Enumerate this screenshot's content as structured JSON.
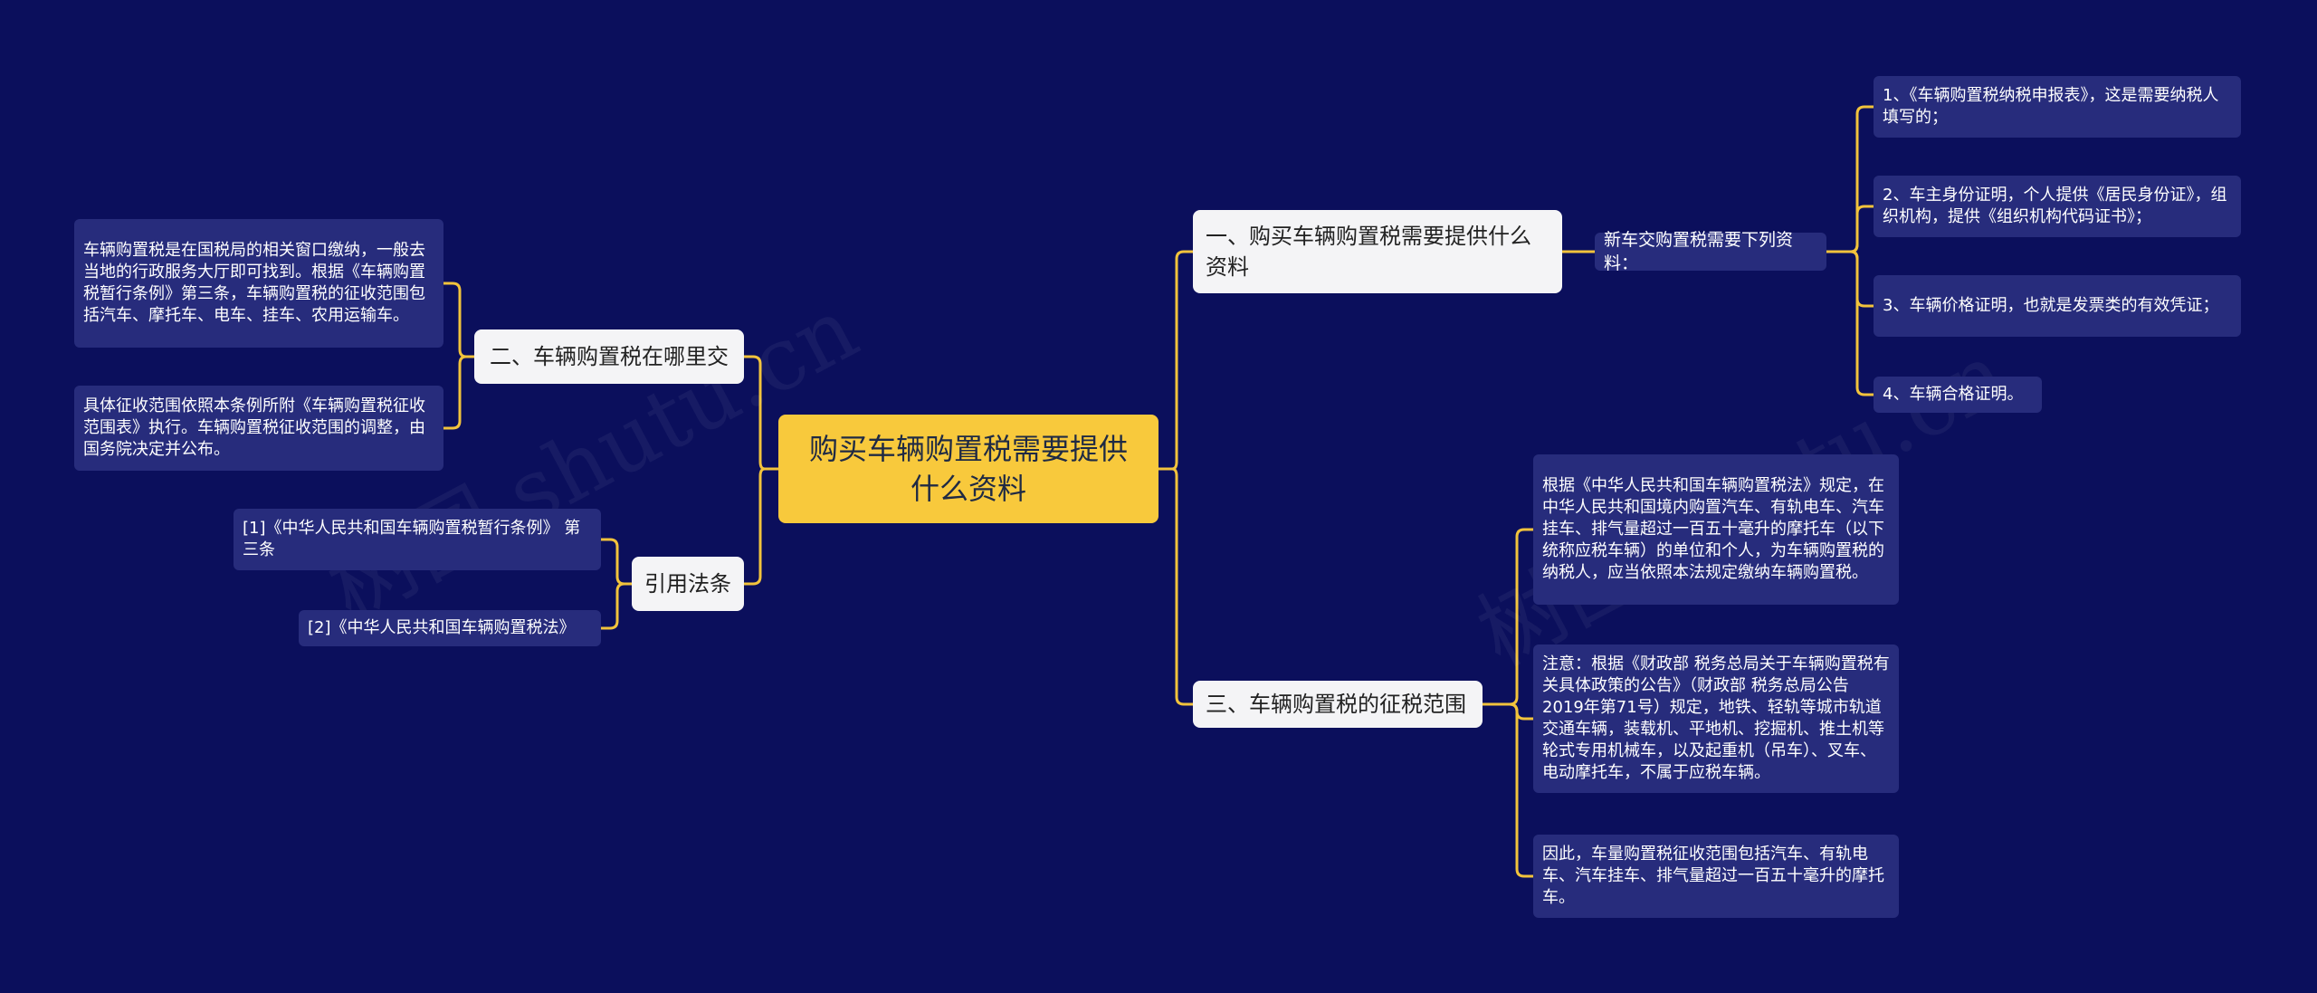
{
  "root": {
    "label": "购买车辆购置税需要提供什么资料"
  },
  "branches": {
    "b1": {
      "label": "一、购买车辆购置税需要提供什么资料"
    },
    "b2": {
      "label": "二、车辆购置税在哪里交"
    },
    "b3": {
      "label": "三、车辆购置税的征税范围"
    },
    "b4": {
      "label": "引用法条"
    }
  },
  "b1_mid": {
    "label": "新车交购置税需要下列资料："
  },
  "b1_items": [
    {
      "label": "1、《车辆购置税纳税申报表》，这是需要纳税人填写的；"
    },
    {
      "label": "2、车主身份证明，个人提供《居民身份证》，组织机构，提供《组织机构代码证书》；"
    },
    {
      "label": "3、车辆价格证明，也就是发票类的有效凭证；"
    },
    {
      "label": "4、车辆合格证明。"
    }
  ],
  "b2_items": [
    {
      "label": "车辆购置税是在国税局的相关窗口缴纳，一般去当地的行政服务大厅即可找到。根据《车辆购置税暂行条例》第三条，车辆购置税的征收范围包括汽车、摩托车、电车、挂车、农用运输车。"
    },
    {
      "label": "具体征收范围依照本条例所附《车辆购置税征收范围表》执行。车辆购置税征收范围的调整，由国务院决定并公布。"
    }
  ],
  "b3_items": [
    {
      "label": "根据《中华人民共和国车辆购置税法》规定，在中华人民共和国境内购置汽车、有轨电车、汽车挂车、排气量超过一百五十毫升的摩托车（以下统称应税车辆）的单位和个人，为车辆购置税的纳税人，应当依照本法规定缴纳车辆购置税。"
    },
    {
      "label": "注意：根据《财政部 税务总局关于车辆购置税有关具体政策的公告》（财政部 税务总局公告2019年第71号）规定，地铁、轻轨等城市轨道交通车辆，装载机、平地机、挖掘机、推土机等轮式专用机械车，以及起重机（吊车）、叉车、电动摩托车，不属于应税车辆。"
    },
    {
      "label": "因此，车量购置税征收范围包括汽车、有轨电车、汽车挂车、排气量超过一百五十毫升的摩托车。"
    }
  ],
  "b4_items": [
    {
      "label": "[1]《中华人民共和国车辆购置税暂行条例》 第三条"
    },
    {
      "label": "[2]《中华人民共和国车辆购置税法》"
    }
  ],
  "colors": {
    "background": "#0b0f5c",
    "root": "#f8c93c",
    "connector": "#f2c33c",
    "branch": "#f4f4f6",
    "leaf": "#272c7c"
  },
  "watermark": "树图 shutu.cn"
}
